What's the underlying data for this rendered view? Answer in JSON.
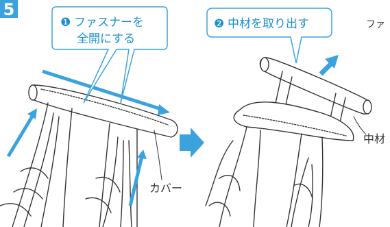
{
  "step": {
    "number": "5",
    "color": "#3aa3dd"
  },
  "callouts": {
    "open_zipper": {
      "badge": "❶",
      "line1": "ファスナーを",
      "line2": "全開にする"
    },
    "take_out_filling": {
      "badge": "❷",
      "text": "中材を取り出す"
    }
  },
  "labels": {
    "cover": "カバー",
    "filling": "中材",
    "right_text_fragment": "ファ"
  },
  "colors": {
    "accent_blue": "#1a8fd0",
    "arrow_blue": "#3aa3dd",
    "callout_fill": "#eaf5fc",
    "line": "#333333"
  }
}
